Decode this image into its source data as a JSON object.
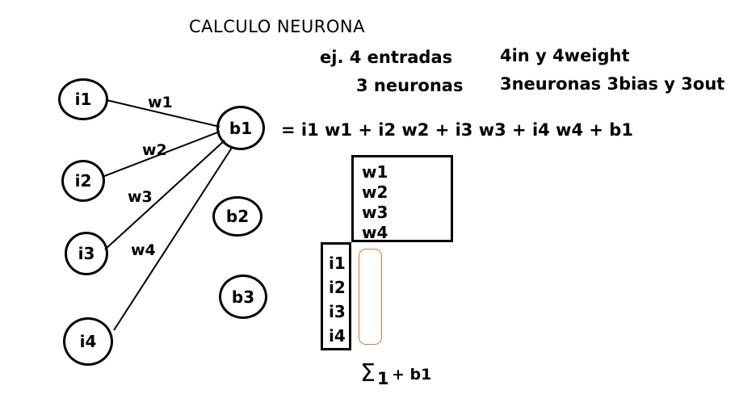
{
  "title": "CALCULO NEURONA",
  "example_line1": "ej. 4 entradas",
  "example_line2": "3 neuronas",
  "note_line1": "4in y 4weight",
  "note_line2": "3neuronas 3bias y 3out",
  "formula": "= i1 w1 + i2 w2 + i3 w3 + i4 w4 + b1",
  "inputs": [
    "i1",
    "i2",
    "i3",
    "i4"
  ],
  "weights": [
    "w1",
    "w2",
    "w3",
    "w4"
  ],
  "biases": [
    "b1",
    "b2",
    "b3"
  ],
  "weight_box": [
    "w1",
    "w2",
    "w3",
    "w4"
  ],
  "input_box": [
    "i1",
    "i2",
    "i3",
    "i4"
  ],
  "sum_symbol": "Σ",
  "sum_subscript": "1",
  "sum_suffix": "+ b1",
  "colors": {
    "ink": "#000000",
    "highlight": "#e07a2c"
  }
}
